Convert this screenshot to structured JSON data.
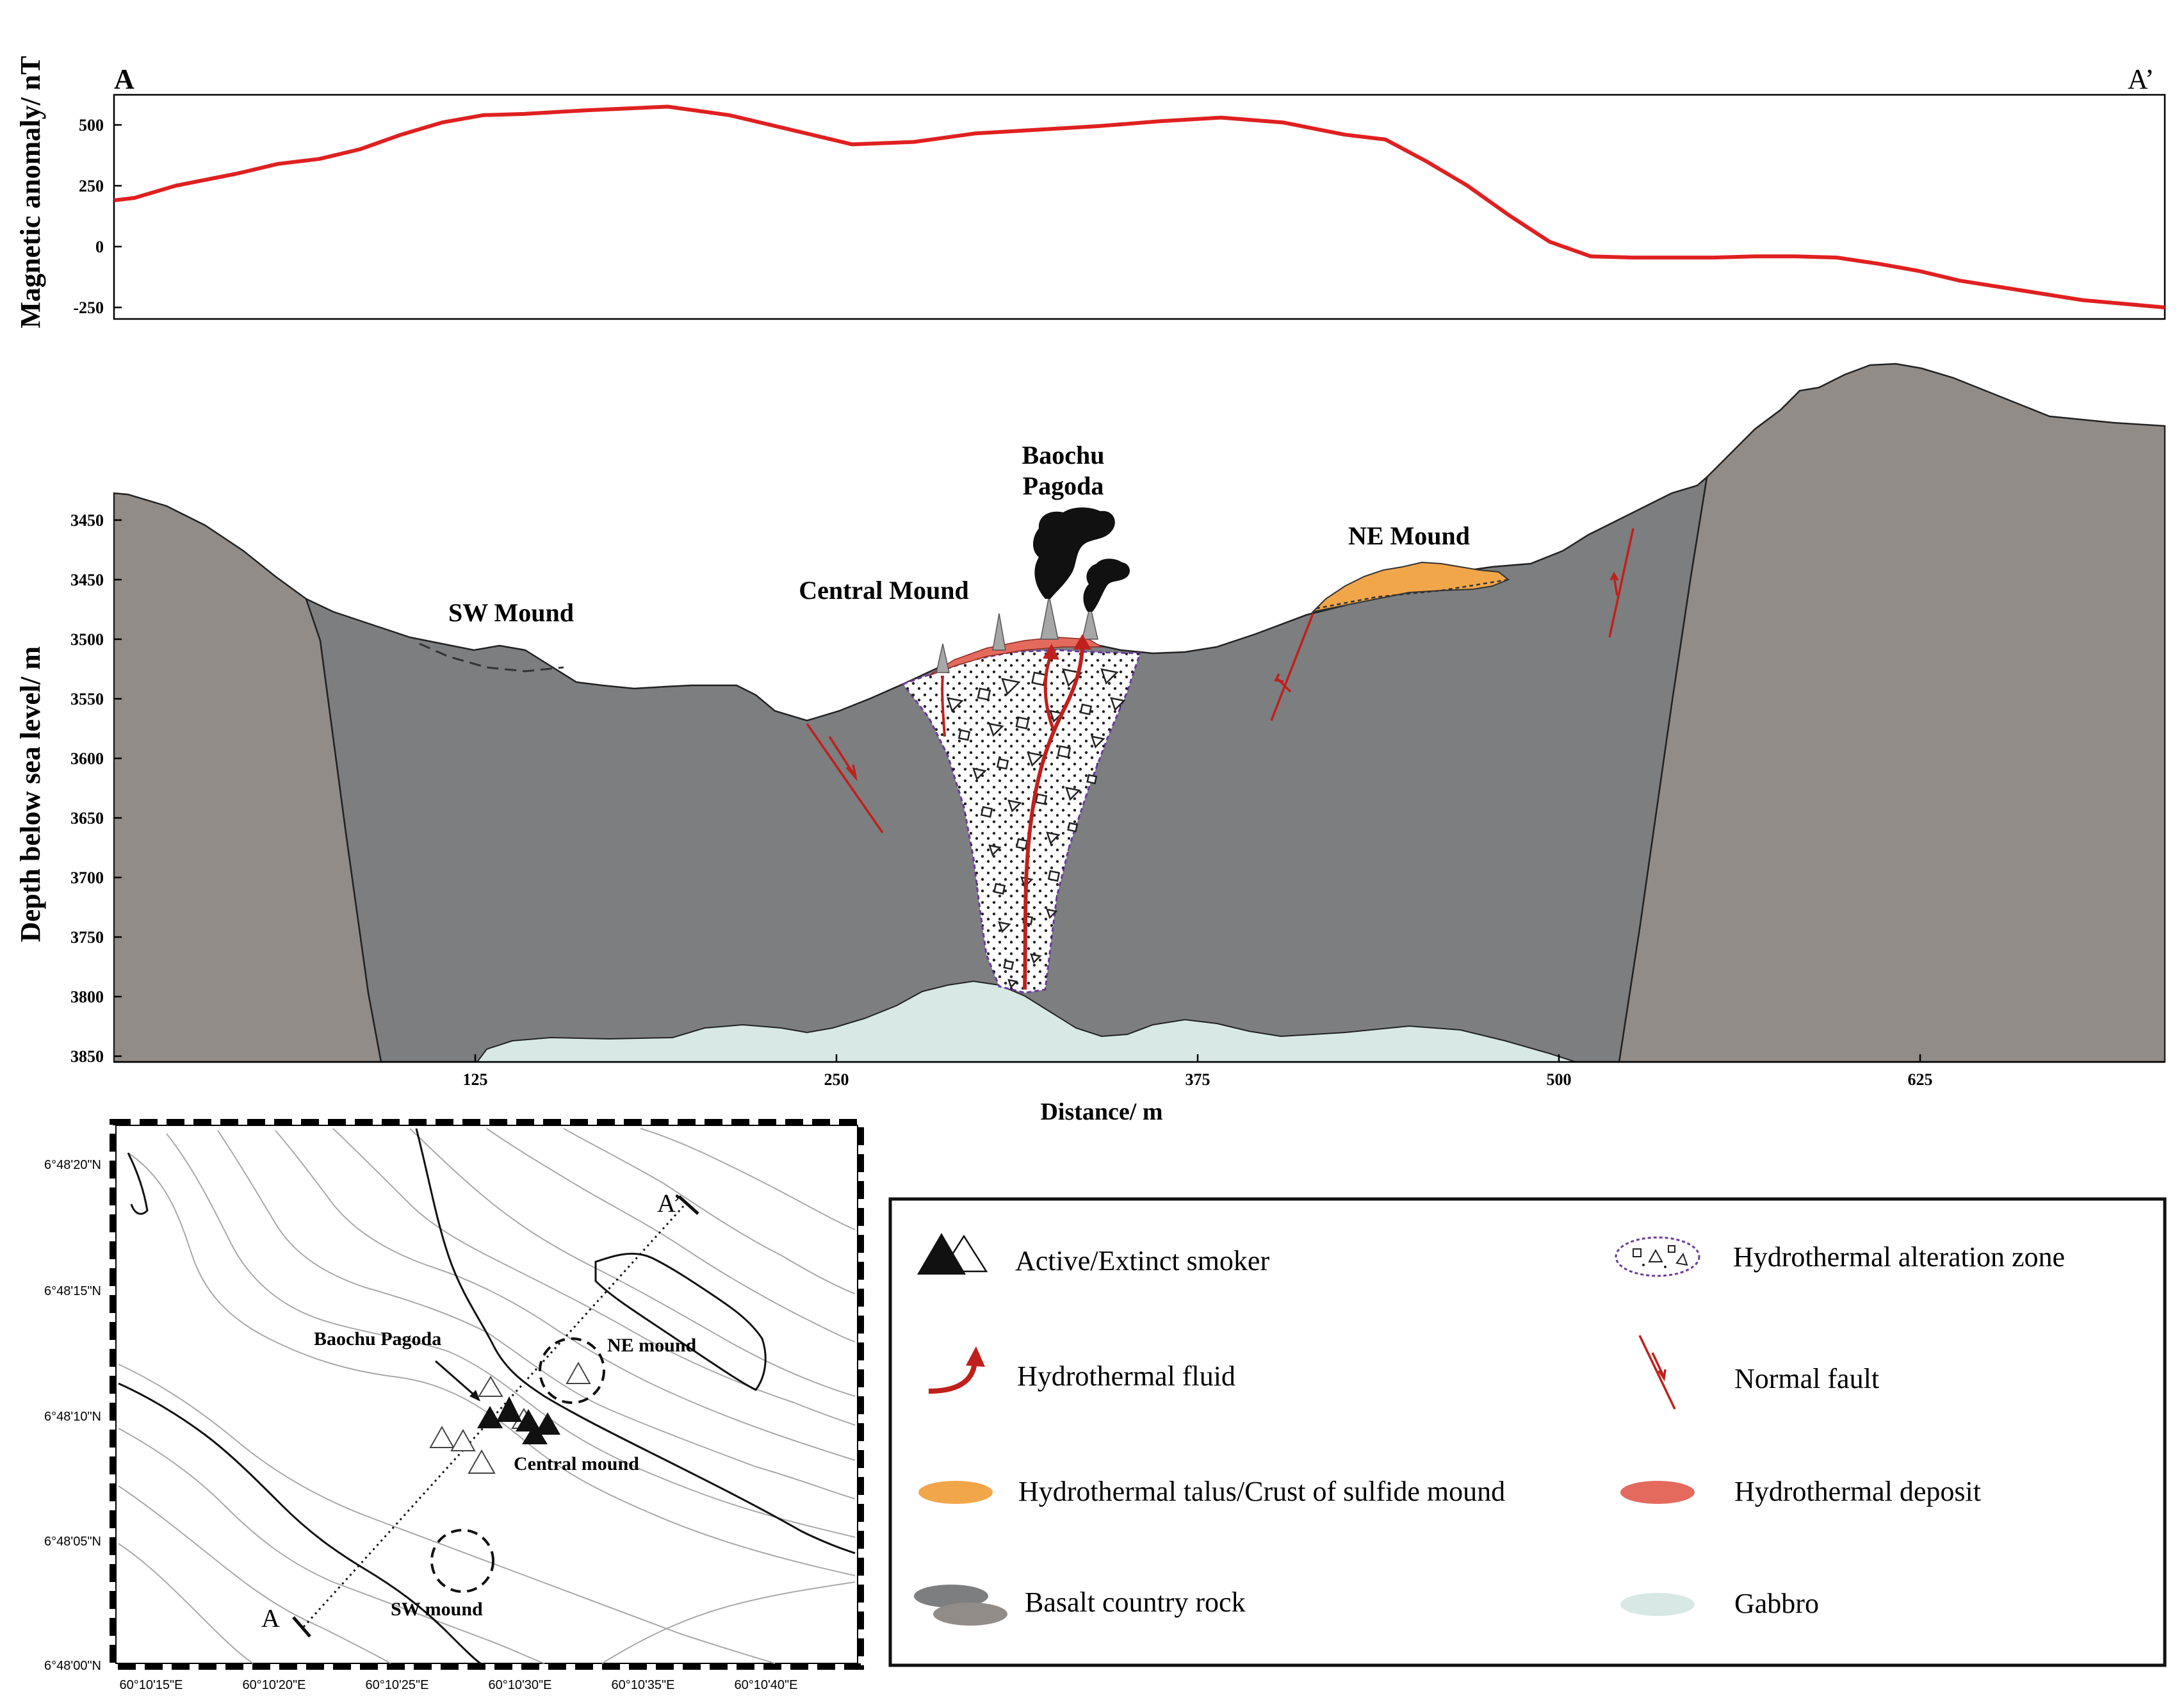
{
  "colors": {
    "anomaly_line": "#e02020",
    "basalt": "#7d7e80",
    "wall_rock": "#928c88",
    "gabbro": "#d7e8e5",
    "talus": "#f2a64a",
    "deposit": "#e46a5e",
    "fluid": "#c0201c",
    "smoke": "#111111",
    "alteration_edge": "#6a3aa0"
  },
  "magnetic_panel": {
    "ylabel": "Magnetic anomaly/ nT",
    "left_label": "A",
    "right_label": "A’",
    "yticks": [
      "500",
      "250",
      "0",
      "-250"
    ],
    "ylim": [
      -290,
      640
    ]
  },
  "chart_data": {
    "type": "line",
    "x_units": "relative position along profile A–A’ (0 = A, 1 = A’)",
    "series": [
      {
        "x": [
          0,
          0.01,
          0.03,
          0.06,
          0.08,
          0.1,
          0.12,
          0.14,
          0.16,
          0.18,
          0.2,
          0.23,
          0.27,
          0.3,
          0.33,
          0.36,
          0.39,
          0.42,
          0.45,
          0.48,
          0.51,
          0.54,
          0.57,
          0.6,
          0.62,
          0.64,
          0.66,
          0.68,
          0.7,
          0.72,
          0.74,
          0.76,
          0.78,
          0.8,
          0.82,
          0.84,
          0.86,
          0.88,
          0.9,
          0.93,
          0.96,
          1.0
        ],
        "y": [
          190,
          200,
          250,
          300,
          340,
          360,
          400,
          460,
          510,
          540,
          545,
          560,
          575,
          540,
          480,
          420,
          430,
          465,
          480,
          495,
          515,
          530,
          510,
          460,
          440,
          350,
          250,
          130,
          20,
          -40,
          -45,
          -45,
          -45,
          -40,
          -40,
          -45,
          -70,
          -100,
          -140,
          -180,
          -220,
          -250
        ]
      }
    ]
  },
  "section_panel": {
    "ylabel": "Depth below sea level/ m",
    "xlabel": "Distance/ m",
    "yticks": [
      "3450",
      "3450",
      "3500",
      "3550",
      "3600",
      "3650",
      "3700",
      "3750",
      "3800",
      "3850"
    ],
    "xticks": [
      "125",
      "250",
      "375",
      "500",
      "625"
    ],
    "labels": {
      "baochu_line1": "Baochu",
      "baochu_line2": "Pagoda",
      "central_mound": "Central Mound",
      "sw_mound": "SW Mound",
      "ne_mound": "NE Mound"
    }
  },
  "map_panel": {
    "lat_ticks": [
      "6°48'20\"N",
      "6°48'15\"N",
      "6°48'10\"N",
      "6°48'05\"N",
      "6°48'00\"N"
    ],
    "lon_ticks": [
      "60°10'15\"E",
      "60°10'20\"E",
      "60°10'25\"E",
      "60°10'30\"E",
      "60°10'35\"E",
      "60°10'40\"E"
    ],
    "labels": {
      "baochu": "Baochu Pagoda",
      "ne": "NE mound",
      "central": "Central mound",
      "sw": "SW mound",
      "a": "A",
      "a_prime": "A’"
    }
  },
  "legend": {
    "smoker": "Active/Extinct smoker",
    "alteration": "Hydrothermal alteration zone",
    "fluid": "Hydrothermal fluid",
    "fault": "Normal fault",
    "talus": "Hydrothermal talus/Crust of sulfide mound",
    "deposit": "Hydrothermal deposit",
    "basalt": "Basalt country rock",
    "gabbro": "Gabbro"
  }
}
